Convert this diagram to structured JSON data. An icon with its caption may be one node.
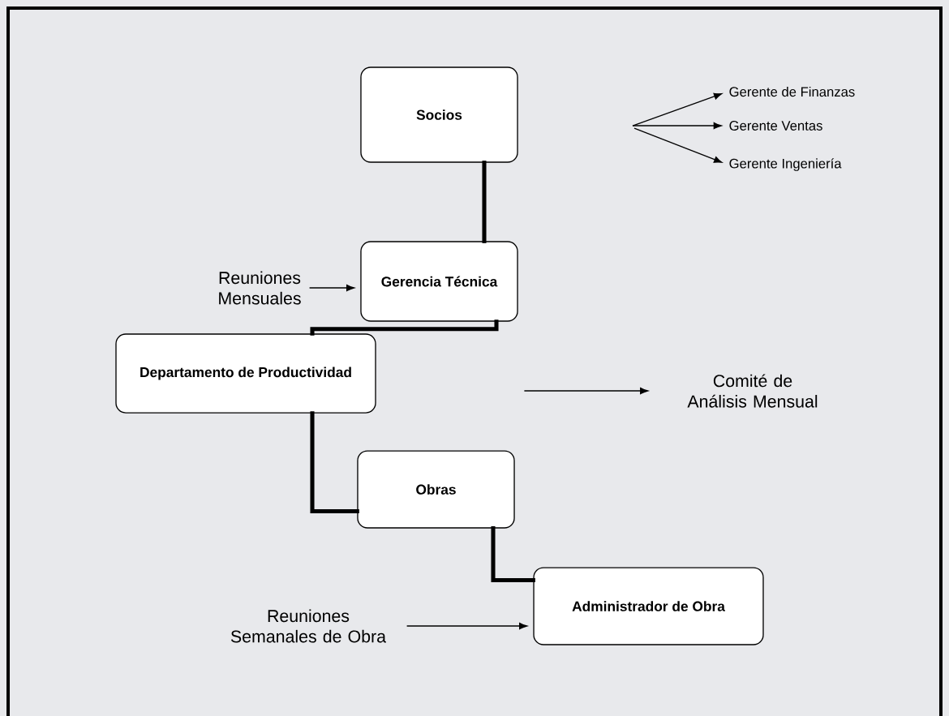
{
  "diagram": {
    "nodes": [
      {
        "text": [
          "Socios"
        ]
      },
      {
        "text": [
          "Gerencia Técnica"
        ]
      },
      {
        "text": [
          "Departamento de Productividad"
        ]
      },
      {
        "text": [
          "Obras"
        ]
      },
      {
        "text": [
          "Administrador de Obra"
        ]
      },
      {
        "text": [
          "Gerente de Finanzas"
        ]
      },
      {
        "text": [
          "Gerente Ventas"
        ]
      },
      {
        "text": [
          "Gerente Ingeniería"
        ]
      },
      {
        "text": [
          "Reuniones Mensuales"
        ]
      },
      {
        "text": [
          "Comité de Análisis Mensual"
        ]
      },
      {
        "text": [
          "Reuniones Semanales de Obra"
        ]
      }
    ],
    "edges": [
      {
        "from": 0,
        "to": 1,
        "arrow": "none",
        "style": "thick"
      },
      {
        "from": 1,
        "to": 2,
        "arrow": "none",
        "style": "thick"
      },
      {
        "from": 2,
        "to": 3,
        "arrow": "none",
        "style": "thick"
      },
      {
        "from": 3,
        "to": 4,
        "arrow": "none",
        "style": "thick"
      },
      {
        "from": 8,
        "to": 1,
        "arrow": "to"
      },
      {
        "from": null,
        "to": 5,
        "arrow": "to"
      },
      {
        "from": null,
        "to": 6,
        "arrow": "to"
      },
      {
        "from": null,
        "to": 7,
        "arrow": "to"
      },
      {
        "from": null,
        "to": 9,
        "arrow": "to"
      },
      {
        "from": 10,
        "to": 4,
        "arrow": "to"
      }
    ]
  }
}
